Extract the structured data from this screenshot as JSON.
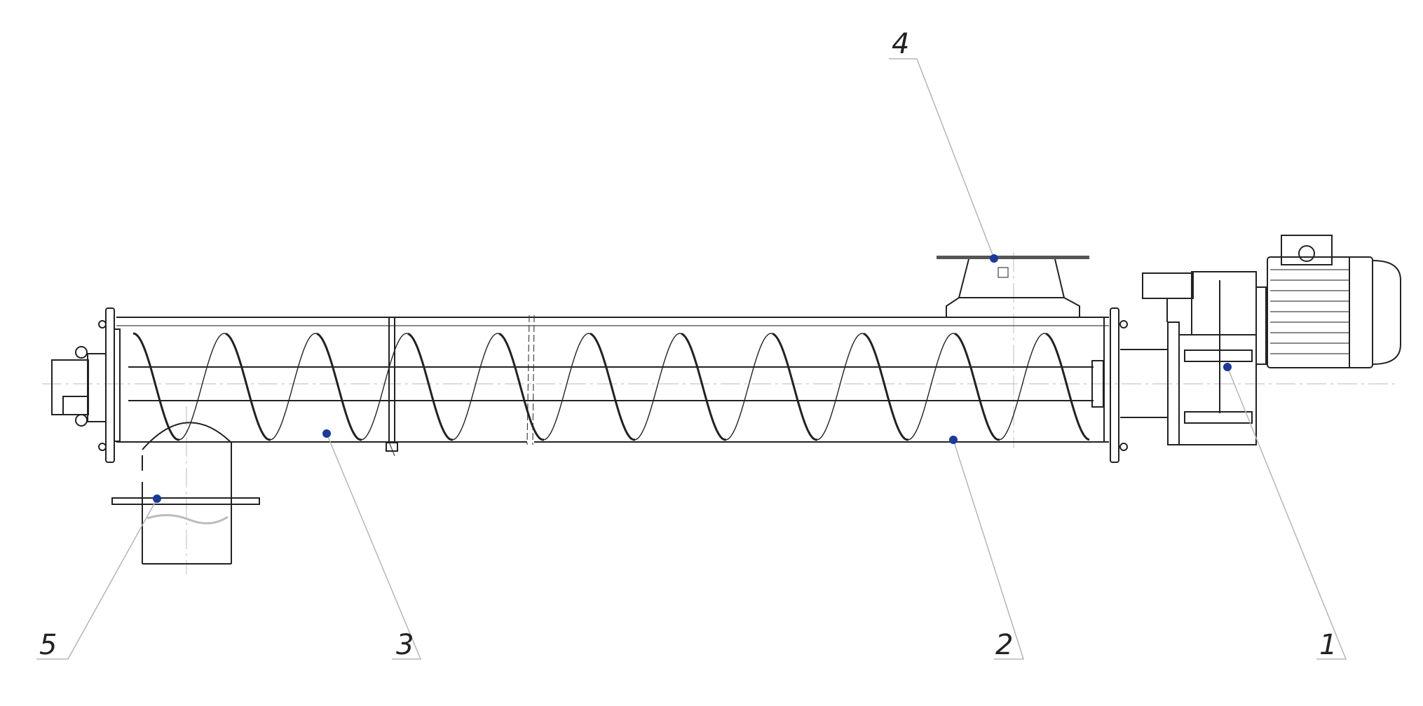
{
  "diagram": {
    "callouts": [
      {
        "id": "1",
        "label": "1"
      },
      {
        "id": "2",
        "label": "2"
      },
      {
        "id": "3",
        "label": "3"
      },
      {
        "id": "4",
        "label": "4"
      },
      {
        "id": "5",
        "label": "5"
      }
    ],
    "marker_color": "#1a3a9e"
  }
}
